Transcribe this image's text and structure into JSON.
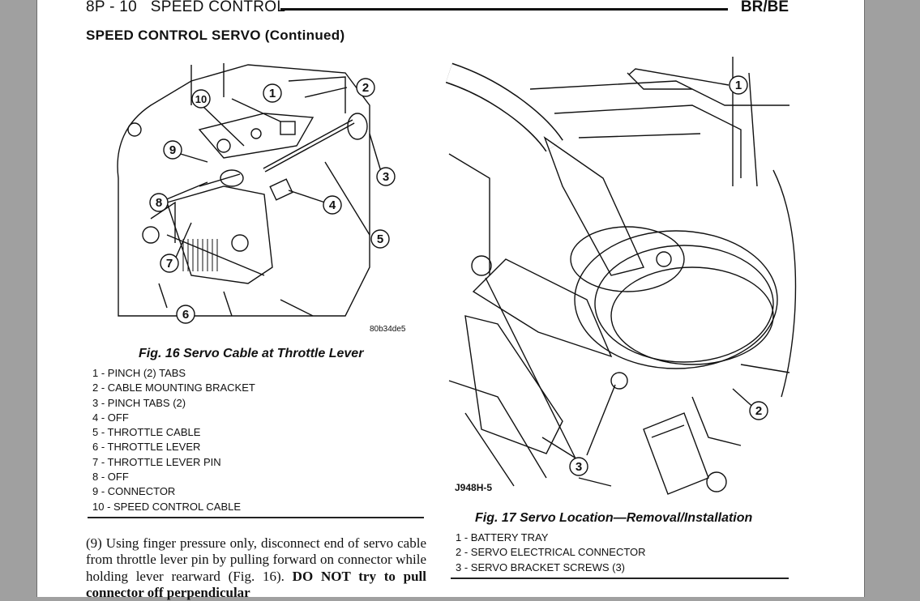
{
  "header": {
    "page_ref": "8P - 10",
    "section": "SPEED CONTROL",
    "model": "BR/BE"
  },
  "section_title": "SPEED CONTROL SERVO (Continued)",
  "figure16": {
    "code": "80b34de5",
    "caption": "Fig. 16 Servo Cable at Throttle Lever",
    "callouts": [
      "1",
      "2",
      "3",
      "4",
      "5",
      "6",
      "7",
      "8",
      "9",
      "10"
    ],
    "legend": [
      "1 - PINCH (2) TABS",
      "2 - CABLE MOUNTING BRACKET",
      "3 - PINCH TABS (2)",
      "4 - OFF",
      "5 - THROTTLE CABLE",
      "6 - THROTTLE LEVER",
      "7 - THROTTLE LEVER PIN",
      "8 - OFF",
      "9 - CONNECTOR",
      "10 - SPEED CONTROL CABLE"
    ]
  },
  "figure17": {
    "code": "J948H-5",
    "caption": "Fig. 17 Servo Location—Removal/Installation",
    "callouts": [
      "1",
      "2",
      "3"
    ],
    "legend": [
      "1 - BATTERY TRAY",
      "2 - SERVO ELECTRICAL CONNECTOR",
      "3 - SERVO BRACKET SCREWS (3)"
    ]
  },
  "body": {
    "step": "(9) Using finger pressure only, disconnect end of servo cable from throttle lever pin by pulling forward on connector while holding lever rearward (Fig. 16).",
    "warning": "DO NOT try to pull connector off perpendicular"
  }
}
